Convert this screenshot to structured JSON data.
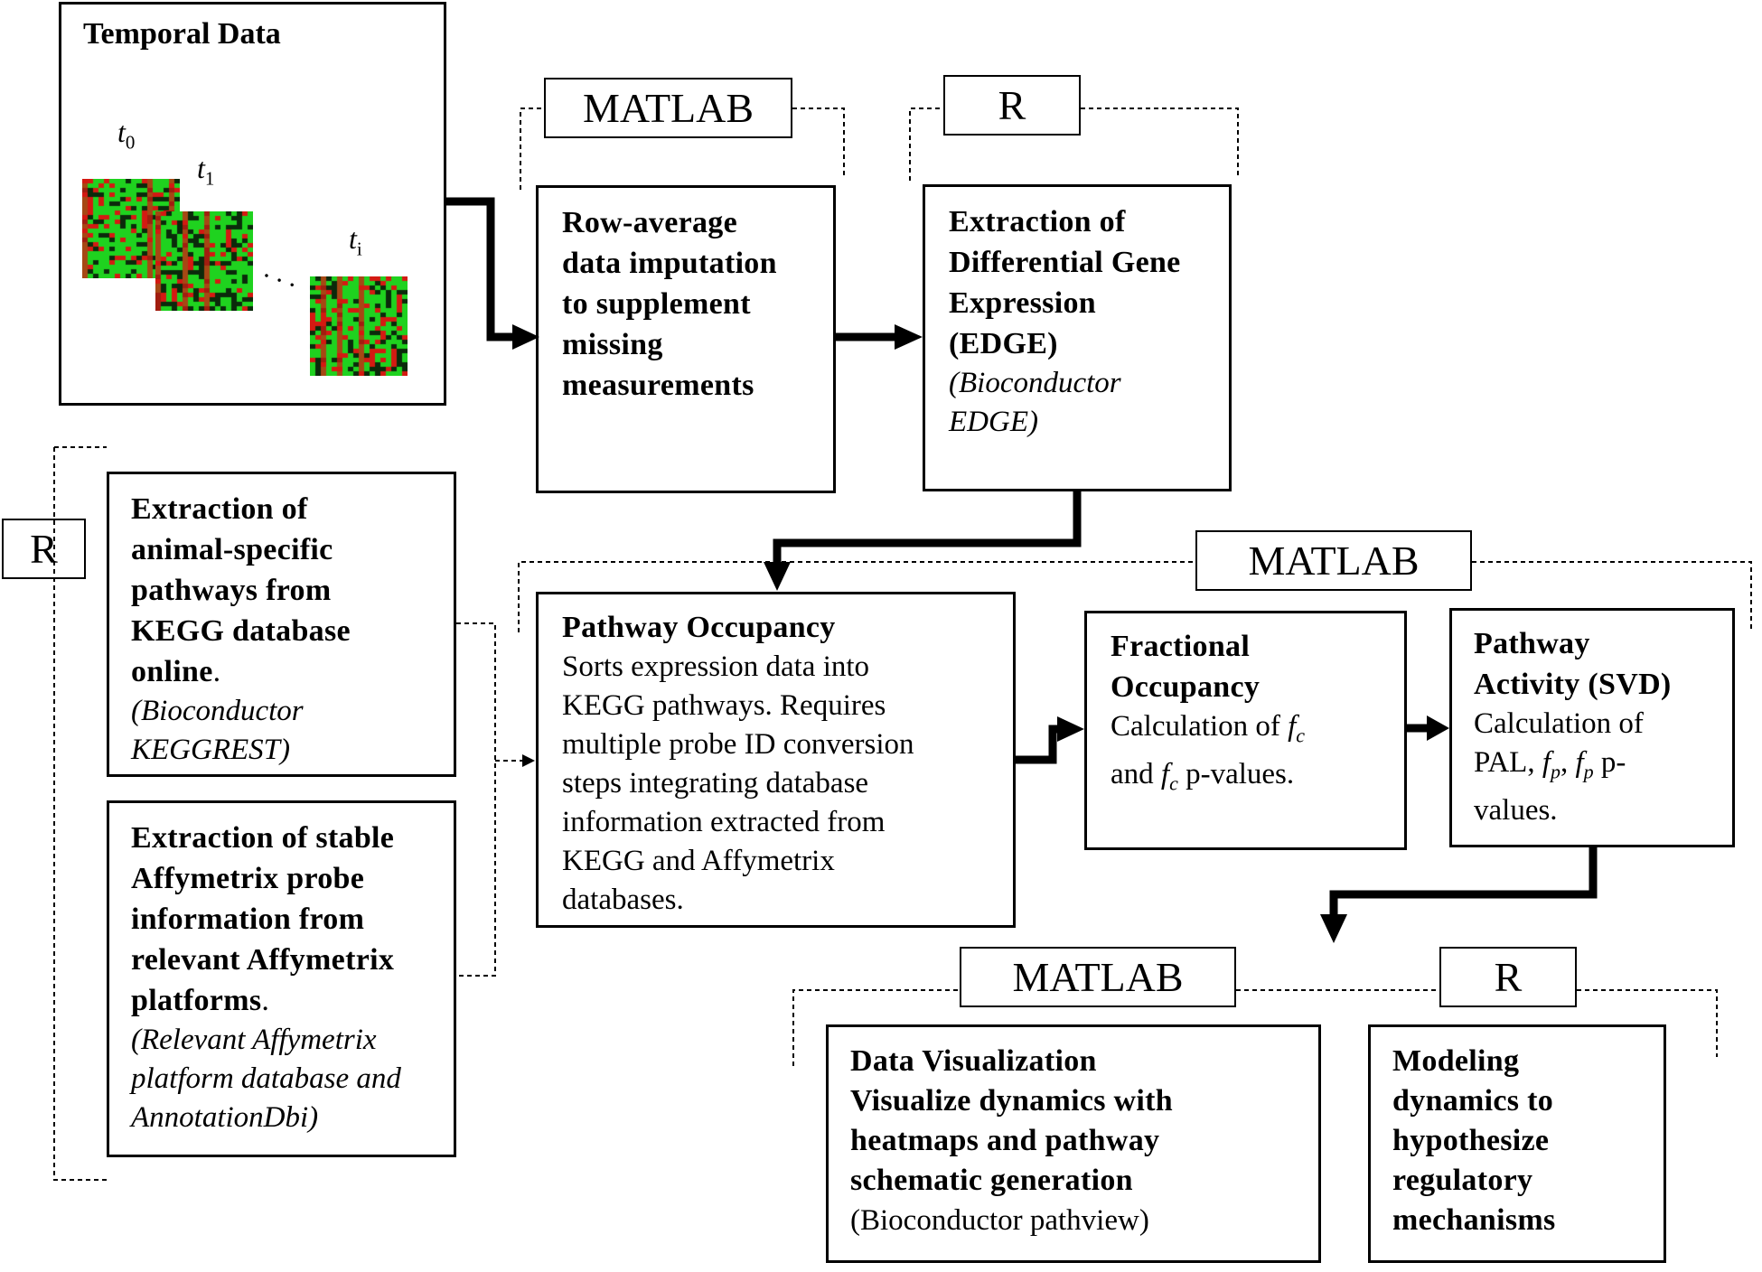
{
  "temporal": {
    "title": "Temporal Data",
    "t0": "t",
    "t0_sub": "0",
    "t1": "t",
    "t1_sub": "1",
    "ti": "t",
    "ti_sub": "i",
    "ellipsis": ". . ."
  },
  "tool_labels": {
    "matlab_top": "MATLAB",
    "r_top": "R",
    "r_left": "R",
    "matlab_mid": "MATLAB",
    "matlab_bottom": "MATLAB",
    "r_bottom": "R"
  },
  "boxes": {
    "imputation": {
      "line1": "Row-average",
      "line2": "data imputation",
      "line3": "to supplement",
      "line4": "missing",
      "line5": "measurements"
    },
    "edge": {
      "line1": "Extraction of",
      "line2": "Differential Gene",
      "line3": "Expression",
      "line4": "(EDGE)",
      "note1": "(Bioconductor",
      "note2": "EDGE)"
    },
    "kegg": {
      "line1": "Extraction of",
      "line2": "animal-specific",
      "line3": "pathways from",
      "line4": "KEGG database",
      "line5": "online",
      "line5_tail": ".",
      "note1": "(Bioconductor",
      "note2": "KEGGREST)"
    },
    "affy": {
      "line1": "Extraction of stable",
      "line2": "Affymetrix probe",
      "line3": "information from",
      "line4": "relevant Affymetrix",
      "line5": "platforms",
      "line5_tail": ".",
      "note1": "(Relevant Affymetrix",
      "note2": "platform database and",
      "note3": "AnnotationDbi)"
    },
    "occupancy": {
      "title": "Pathway Occupancy",
      "line1": "Sorts expression data into",
      "line2": "KEGG pathways. Requires",
      "line3": "multiple probe ID conversion",
      "line4": "steps integrating database",
      "line5": "information extracted from",
      "line6": "KEGG and Affymetrix",
      "line7": "databases."
    },
    "fractional": {
      "title1": "Fractional",
      "title2": "Occupancy",
      "line1": "Calculation of",
      "line2_pre": "and",
      "line2_post": "p-values.",
      "f": "f",
      "f_sub": "c"
    },
    "activity": {
      "title1": "Pathway",
      "title2": "Activity (SVD)",
      "line1": "Calculation of",
      "line2_pre": "PAL,",
      "line2_post": "p-",
      "line3": "values.",
      "f": "f",
      "f_sub": "p"
    },
    "visualization": {
      "title": "Data Visualization",
      "line1": "Visualize dynamics with",
      "line2": "heatmaps and pathway",
      "line3": "schematic generation",
      "line4": "(Bioconductor pathview)"
    },
    "modeling": {
      "line1": "Modeling",
      "line2": "dynamics to",
      "line3": "hypothesize",
      "line4": "regulatory",
      "line5": "mechanisms"
    }
  },
  "colors": {
    "heat_green": "#1fd21f",
    "heat_dark": "#0b2a0b",
    "heat_red": "#d41a12",
    "line": "#000000"
  }
}
